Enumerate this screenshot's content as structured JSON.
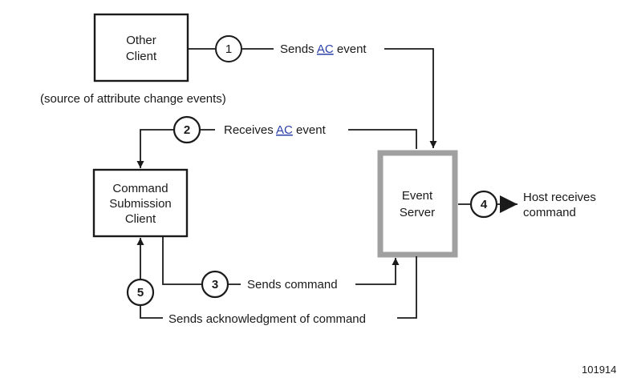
{
  "boxes": {
    "other_client": [
      "Other",
      "Client"
    ],
    "other_client_caption": "(source of attribute change events)",
    "command_client": [
      "Command",
      "Submission",
      "Client"
    ],
    "event_server": [
      "Event",
      "Server"
    ]
  },
  "steps": {
    "step1": {
      "number": "1",
      "before": "Sends ",
      "abbr": "AC",
      "after": " event"
    },
    "step2": {
      "number": "2",
      "before": "Receives ",
      "abbr": "AC",
      "after": " event"
    },
    "step3": {
      "number": "3",
      "label": "Sends command"
    },
    "step4": {
      "number": "4",
      "label": [
        "Host receives",
        "command"
      ]
    },
    "step5": {
      "number": "5",
      "label": "Sends acknowledgment of command"
    }
  },
  "figure_number": "101914",
  "colors": {
    "line": "#1a1a1a",
    "server_border": "#a0a0a0",
    "abbr_link": "#2a3fa8"
  }
}
